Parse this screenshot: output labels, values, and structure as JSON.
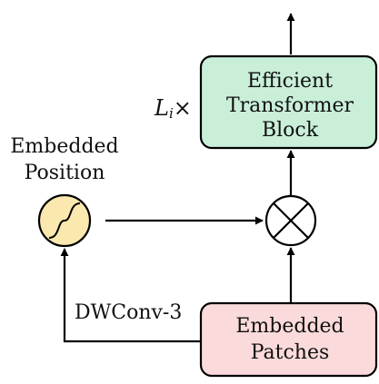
{
  "blocks": {
    "transformer": {
      "lines": [
        "Efficient",
        "Transformer",
        "Block"
      ],
      "fill": "#c9efd9"
    },
    "patches": {
      "lines": [
        "Embedded",
        "Patches"
      ],
      "fill": "#fadada"
    }
  },
  "labels": {
    "repeat_symbol": "L",
    "repeat_subscript": "i",
    "repeat_times": "×",
    "embedded_position_lines": [
      "Embedded",
      "Position"
    ],
    "dwconv": "DWConv-3"
  },
  "nodes": {
    "position_fill": "#fbe8ae",
    "combine_symbol": "multiply-circle-icon"
  },
  "colors": {
    "stroke": "#000000",
    "text": "#111111"
  }
}
